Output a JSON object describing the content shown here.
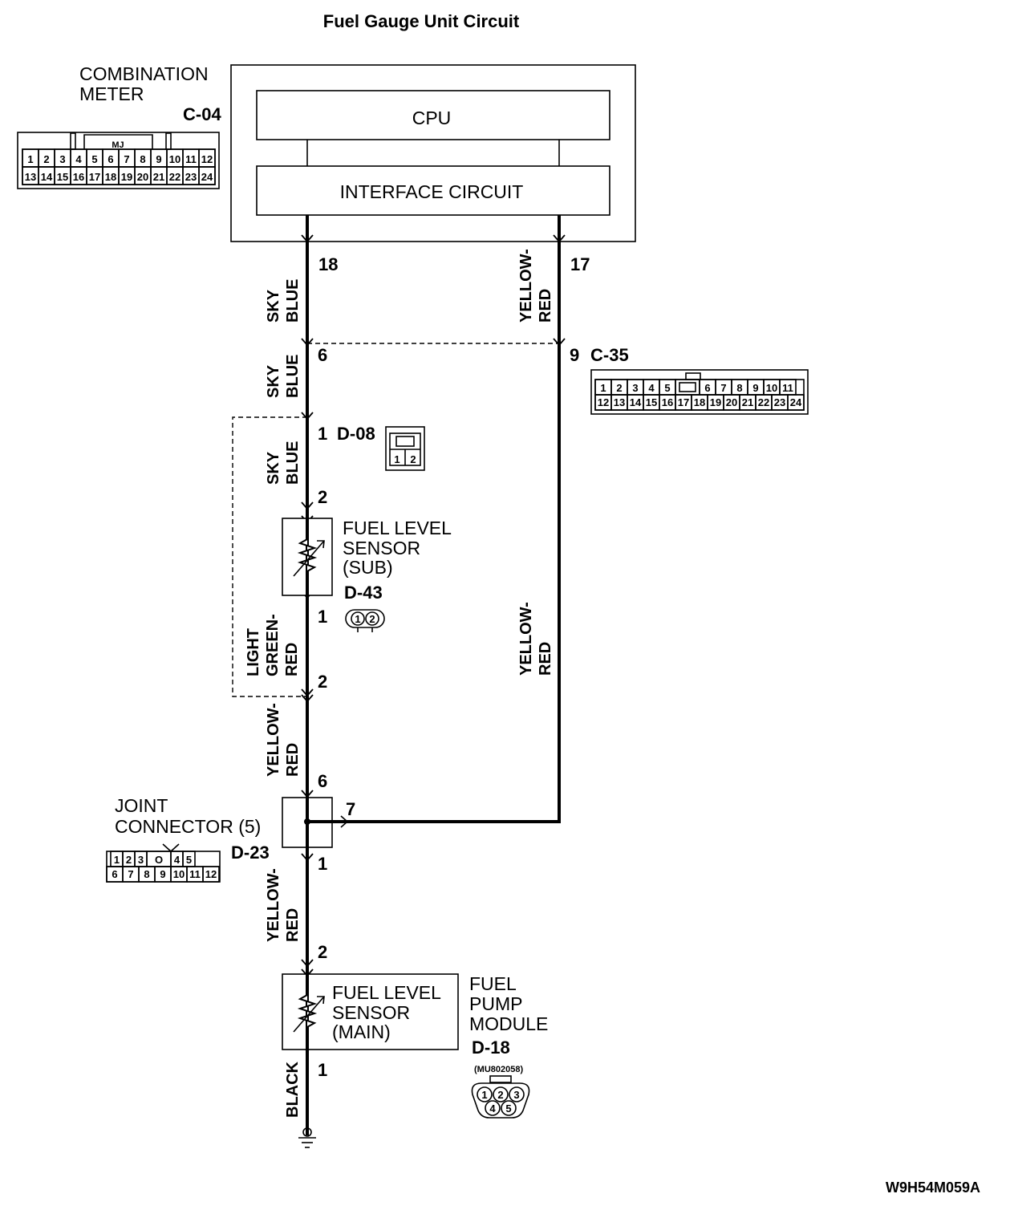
{
  "title": "Fuel Gauge Unit Circuit",
  "reference_code": "W9H54M059A",
  "combination_meter": {
    "label_line1": "COMBINATION",
    "label_line2": "METER",
    "connector": "C-04",
    "cpu_label": "CPU",
    "interface_label": "INTERFACE CIRCUIT",
    "connector_face_tag": "MJ",
    "connector_row1": [
      "1",
      "2",
      "3",
      "4",
      "5",
      "6",
      "7",
      "8",
      "9",
      "10",
      "11",
      "12"
    ],
    "connector_row2": [
      "13",
      "14",
      "15",
      "16",
      "17",
      "18",
      "19",
      "20",
      "21",
      "22",
      "23",
      "24"
    ]
  },
  "intermediate_connector": {
    "code": "C-35",
    "row1": [
      "1",
      "2",
      "3",
      "4",
      "5",
      "",
      "6",
      "7",
      "8",
      "9",
      "10",
      "11"
    ],
    "row2": [
      "12",
      "13",
      "14",
      "15",
      "16",
      "17",
      "18",
      "19",
      "20",
      "21",
      "22",
      "23",
      "24"
    ]
  },
  "sub_sensor_connector": {
    "code": "D-08",
    "pins": [
      "1",
      "2"
    ]
  },
  "sub_sensor": {
    "label_line1": "FUEL LEVEL",
    "label_line2": "SENSOR",
    "label_line3": "(SUB)",
    "connector": "D-43",
    "pins": [
      "1",
      "2"
    ]
  },
  "joint_connector": {
    "label_line1": "JOINT",
    "label_line2": "CONNECTOR (5)",
    "code": "D-23",
    "row1": [
      "1",
      "2",
      "3",
      "O",
      "4",
      "5"
    ],
    "row2": [
      "6",
      "7",
      "8",
      "9",
      "10",
      "11",
      "12"
    ]
  },
  "main_sensor": {
    "label_line1": "FUEL LEVEL",
    "label_line2": "SENSOR",
    "label_line3": "(MAIN)"
  },
  "fuel_pump_module": {
    "label_line1": "FUEL",
    "label_line2": "PUMP",
    "label_line3": "MODULE",
    "connector": "D-18",
    "part_number": "(MU802058)",
    "pins_top": [
      "1",
      "2",
      "3"
    ],
    "pins_bottom": [
      "4",
      "5"
    ]
  },
  "pins": {
    "meter_left": "18",
    "meter_right": "17",
    "c35_left": "6",
    "c35_right": "9",
    "d08_top": "1",
    "d08_bottom": "2",
    "sub_bottom": "1",
    "sub_lower": "2",
    "joint_top": "6",
    "joint_right": "7",
    "joint_bottom": "1",
    "main_top": "2",
    "main_bottom": "1"
  },
  "wires": {
    "w1_a": "SKY",
    "w1_b": "BLUE",
    "w2_a": "SKY",
    "w2_b": "BLUE",
    "w3_a": "SKY",
    "w3_b": "BLUE",
    "w4_a": "LIGHT",
    "w4_b": "GREEN-",
    "w4_c": "RED",
    "w5_a": "YELLOW-",
    "w5_b": "RED",
    "w6_a": "YELLOW-",
    "w6_b": "RED",
    "w7": "BLACK",
    "w8_a": "YELLOW-",
    "w8_b": "RED",
    "w9_a": "YELLOW-",
    "w9_b": "RED"
  }
}
